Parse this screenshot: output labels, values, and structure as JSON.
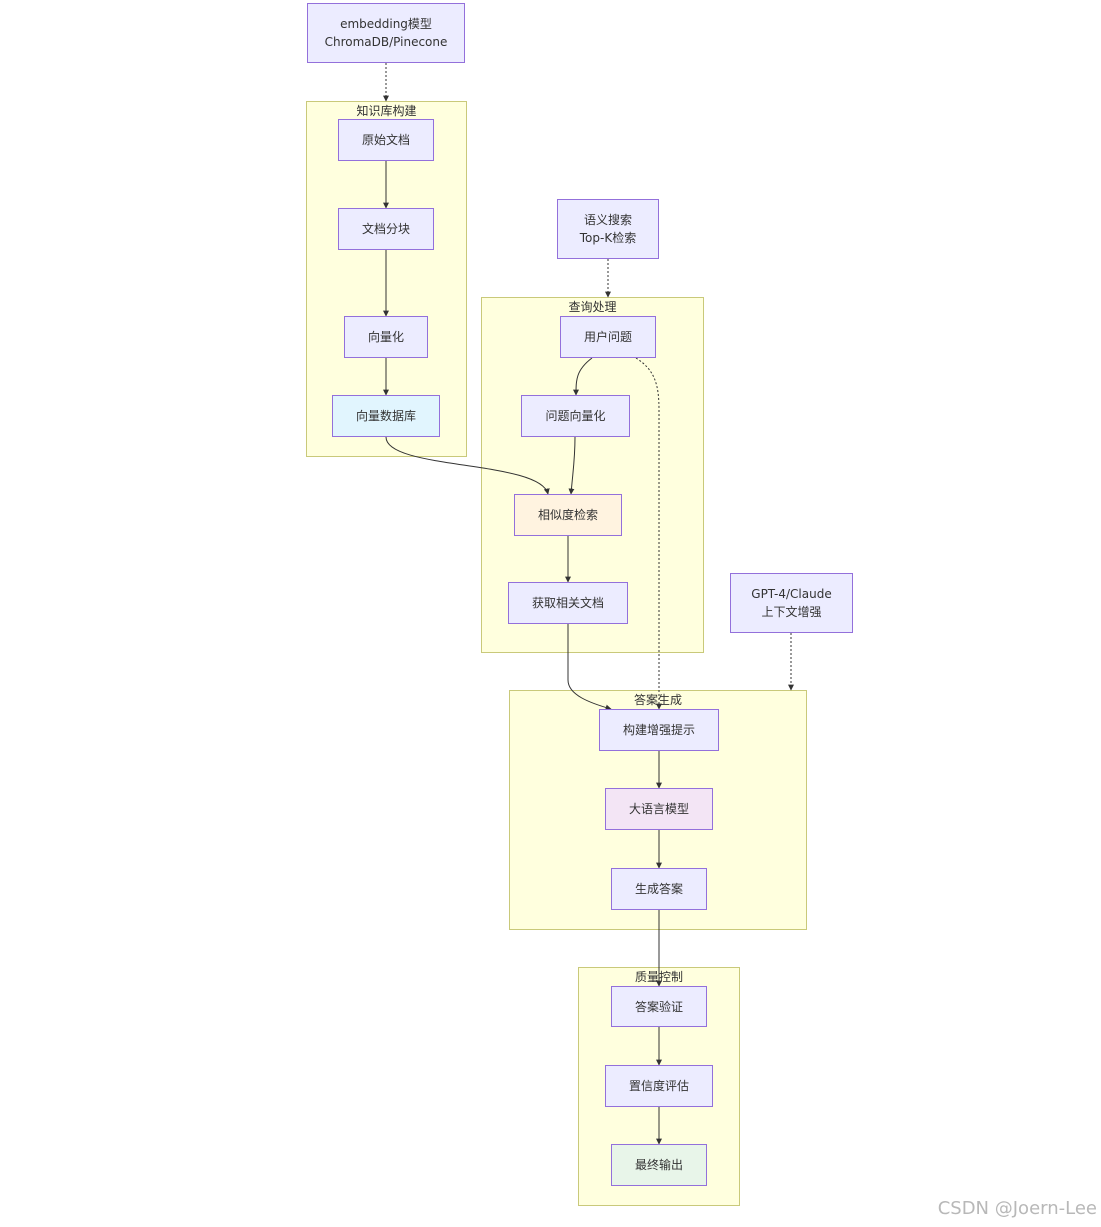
{
  "subgraphs": {
    "kb": "知识库构建",
    "query": "查询处理",
    "answer": "答案生成",
    "qc": "质量控制"
  },
  "nodes": {
    "embed_l1": "embedding模型",
    "embed_l2": "ChromaDB/Pinecone",
    "raw_doc": "原始文档",
    "chunk": "文档分块",
    "vectorize": "向量化",
    "vdb": "向量数据库",
    "search_l1": "语义搜索",
    "search_l2": "Top-K检索",
    "user_q": "用户问题",
    "q_vec": "问题向量化",
    "sim": "相似度检索",
    "fetch": "获取相关文档",
    "llm_note_l1": "GPT-4/Claude",
    "llm_note_l2": "上下文增强",
    "prompt": "构建增强提示",
    "llm": "大语言模型",
    "gen": "生成答案",
    "verify": "答案验证",
    "conf": "置信度评估",
    "out": "最终输出"
  },
  "watermark": "CSDN @Joern-Lee",
  "colors": {
    "node_fill": "#ececff",
    "node_border": "#9370db",
    "subgraph_fill": "#ffffde",
    "vector_db": "#e1f5fe",
    "similarity": "#fff3e0",
    "llm": "#f3e5f5",
    "output": "#e8f5e9"
  }
}
